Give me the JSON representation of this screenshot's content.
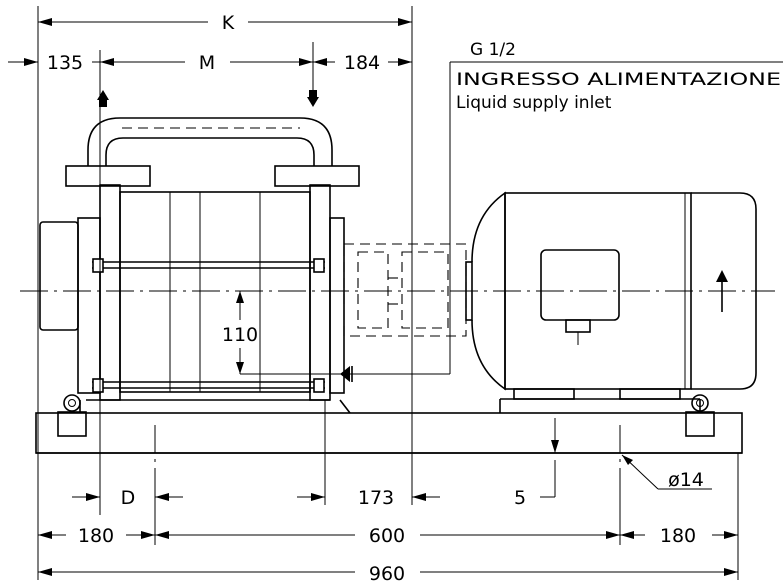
{
  "dimensions": {
    "K": "K",
    "M": "M",
    "left_offset": "135",
    "right_offset": "184",
    "inlet_height": "110",
    "D": "D",
    "flange_offset": "173",
    "base_height": "5",
    "hole_diameter": "ø14",
    "base_left": "180",
    "base_center": "600",
    "base_right": "180",
    "total_length": "960"
  },
  "note": {
    "thread": "G 1/2",
    "line1": "INGRESSO ALIMENTAZIONE",
    "line2": "Liquid supply inlet"
  }
}
